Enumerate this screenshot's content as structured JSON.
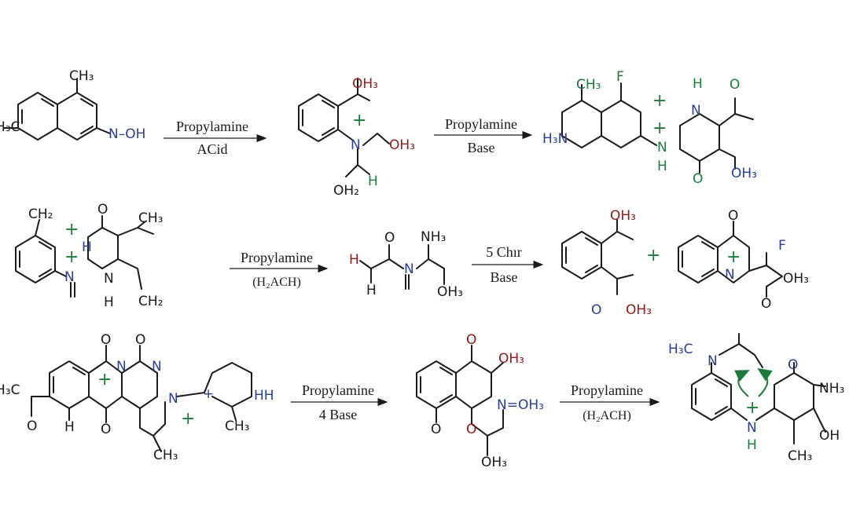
{
  "steps": [
    {
      "reagent": "Propylamine",
      "condition": "ACid"
    },
    {
      "reagent": "Propylamine",
      "condition": "Base"
    },
    {
      "reagent": "Propylamine",
      "condition": "(H₂ACH)"
    },
    {
      "reagent": "5 Chır",
      "condition": "Base"
    },
    {
      "reagent": "Propylamine",
      "condition": "4 Base"
    },
    {
      "reagent": "Propylamine",
      "condition": "(H₂ACH)"
    }
  ],
  "labels": {
    "ch3": "CH₃",
    "h3c": "H₃C",
    "noh": "N–OH",
    "oh3": "OH₃",
    "oh2": "OH₂",
    "ch2": "CH₂",
    "nh3": "NH₃",
    "h3n": "H₃N",
    "oh": "OH",
    "n": "N",
    "h": "H",
    "o": "O",
    "f": "F",
    "hh": "HH",
    "n_oh3": "N=OH₃",
    "plus": "+"
  },
  "colors": {
    "nitrogen": "#2b3f8f",
    "oxygen": "#8c1c1c",
    "highlight": "#1e7a3c",
    "bond": "#1a1a1a"
  }
}
